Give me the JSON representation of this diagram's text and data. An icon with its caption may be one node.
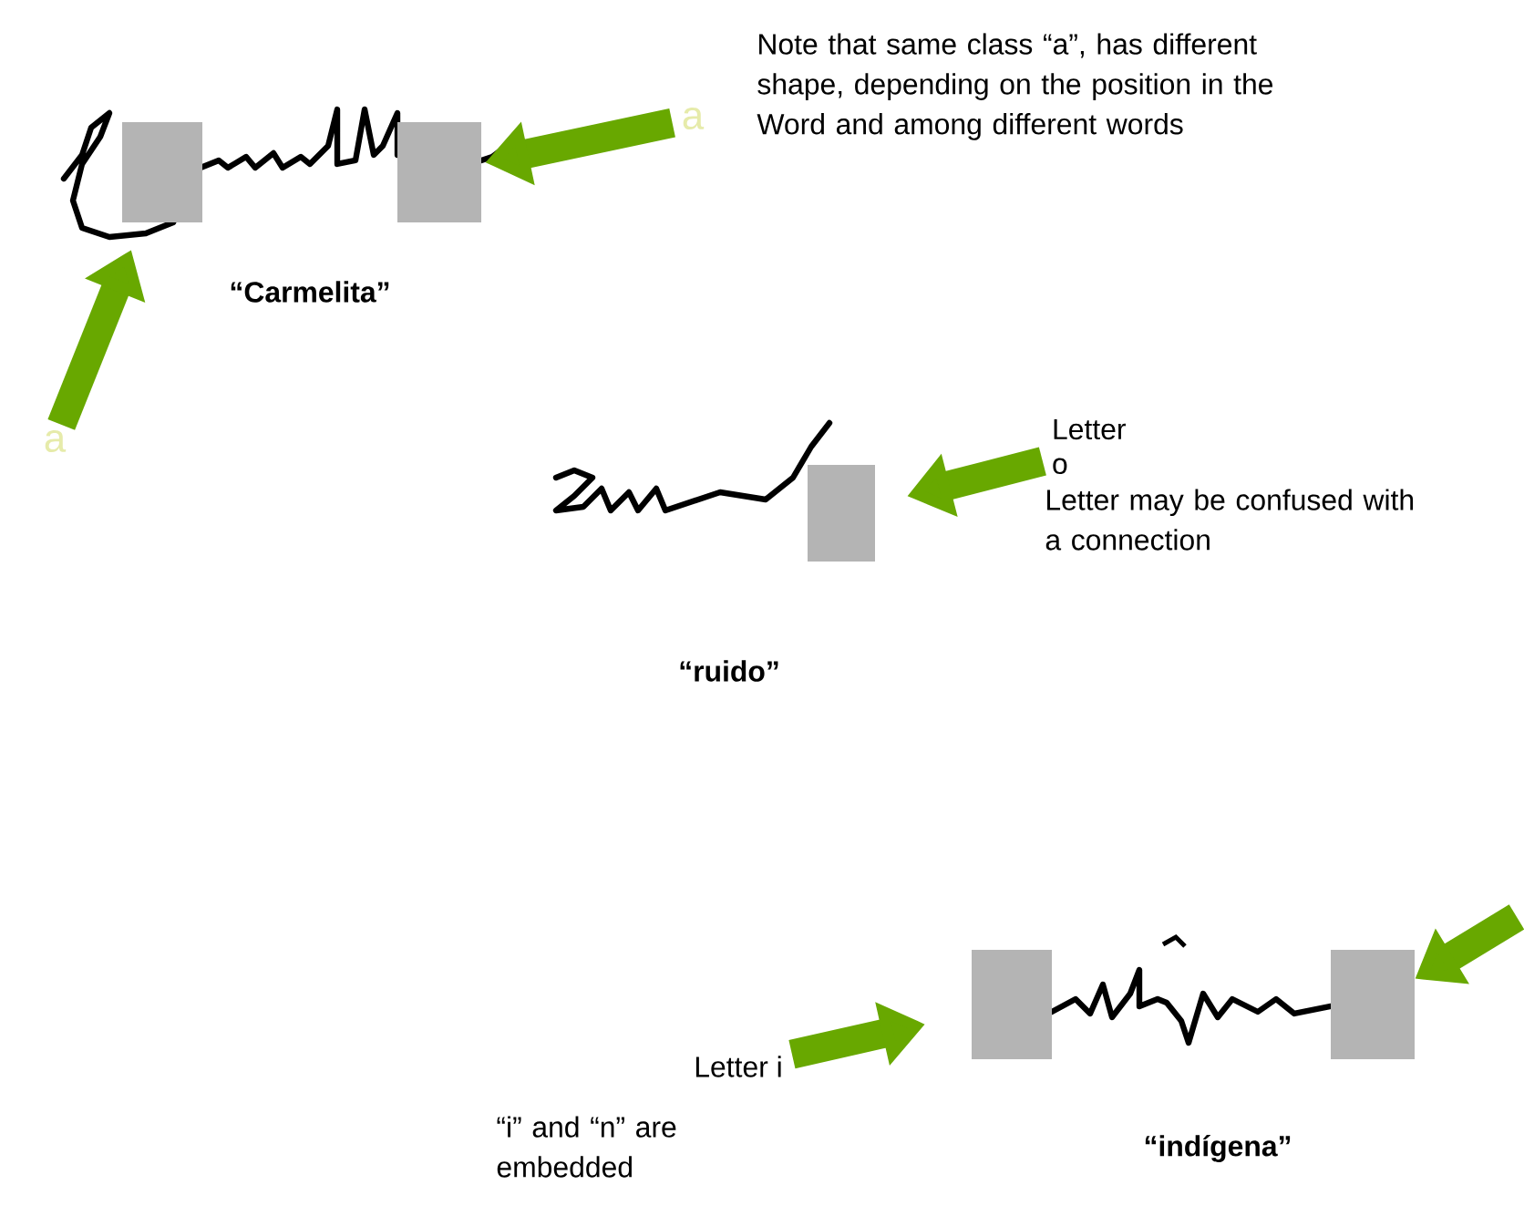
{
  "diagram": {
    "nodes": [
      {
        "text": [
          "a"
        ]
      },
      {
        "text": [],
        "shape": "box"
      },
      {
        "text": [],
        "shape": "box"
      },
      {
        "text": [
          "a"
        ]
      },
      {
        "text": [
          "Letter o"
        ]
      },
      {
        "text": [],
        "shape": "box"
      },
      {
        "text": [
          "Letter i"
        ]
      },
      {
        "text": [],
        "shape": "box"
      },
      {
        "text": [],
        "shape": "box"
      }
    ],
    "edges": [
      {
        "from": 0,
        "to": 2,
        "arrow": "to"
      },
      {
        "from": 3,
        "to": 1,
        "arrow": "to"
      },
      {
        "from": 4,
        "to": 5,
        "arrow": "to"
      },
      {
        "from": 6,
        "to": 7,
        "arrow": "to"
      },
      {
        "from": null,
        "to": 8,
        "arrow": "to"
      }
    ],
    "labels": [
      "Note that same class “a”, has different shape, depending on the position in the Word and among different words",
      "“Carmelita”",
      "Letter may be confused with a connection",
      "“ruido”",
      "“i” and “n” are embedded",
      "“indígena”"
    ]
  }
}
